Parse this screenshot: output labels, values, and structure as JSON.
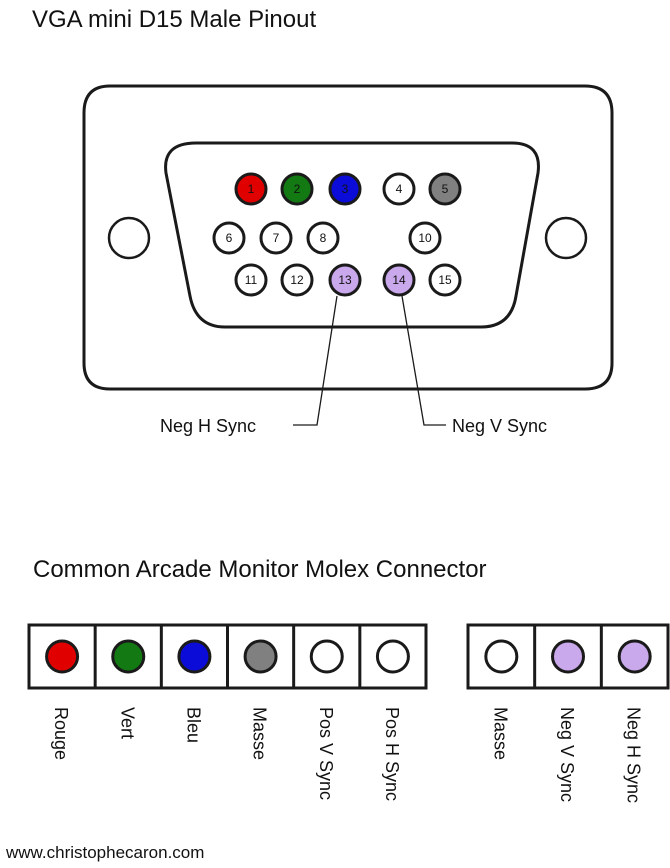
{
  "titles": {
    "vga": "VGA mini D15 Male Pinout",
    "molex": "Common Arcade Monitor Molex Connector"
  },
  "colors": {
    "red": "#e00000",
    "green": "#137a13",
    "blue": "#0c0cd8",
    "gray": "#808080",
    "white": "#ffffff",
    "lavender": "#c9a8ec",
    "stroke": "#1a1a1a"
  },
  "vga_pins": [
    {
      "label": "1",
      "color": "red"
    },
    {
      "label": "2",
      "color": "green"
    },
    {
      "label": "3",
      "color": "blue"
    },
    {
      "label": "4",
      "color": "white"
    },
    {
      "label": "5",
      "color": "gray"
    },
    {
      "label": "6",
      "color": "white"
    },
    {
      "label": "7",
      "color": "white"
    },
    {
      "label": "8",
      "color": "white"
    },
    {
      "label": "10",
      "color": "white"
    },
    {
      "label": "11",
      "color": "white"
    },
    {
      "label": "12",
      "color": "white"
    },
    {
      "label": "13",
      "color": "lavender"
    },
    {
      "label": "14",
      "color": "lavender"
    },
    {
      "label": "15",
      "color": "white"
    }
  ],
  "callouts": {
    "neg_h": "Neg H Sync",
    "neg_v": "Neg V Sync"
  },
  "molex_pins": [
    {
      "label": "Rouge",
      "color": "red"
    },
    {
      "label": "Vert",
      "color": "green"
    },
    {
      "label": "Bleu",
      "color": "blue"
    },
    {
      "label": "Masse",
      "color": "gray"
    },
    {
      "label": "Pos V Sync",
      "color": "white"
    },
    {
      "label": "Pos H Sync",
      "color": "white"
    },
    {
      "label": "Masse",
      "color": "white"
    },
    {
      "label": "Neg V Sync",
      "color": "lavender"
    },
    {
      "label": "Neg H Sync",
      "color": "lavender"
    }
  ],
  "footer": "www.christophecaron.com"
}
